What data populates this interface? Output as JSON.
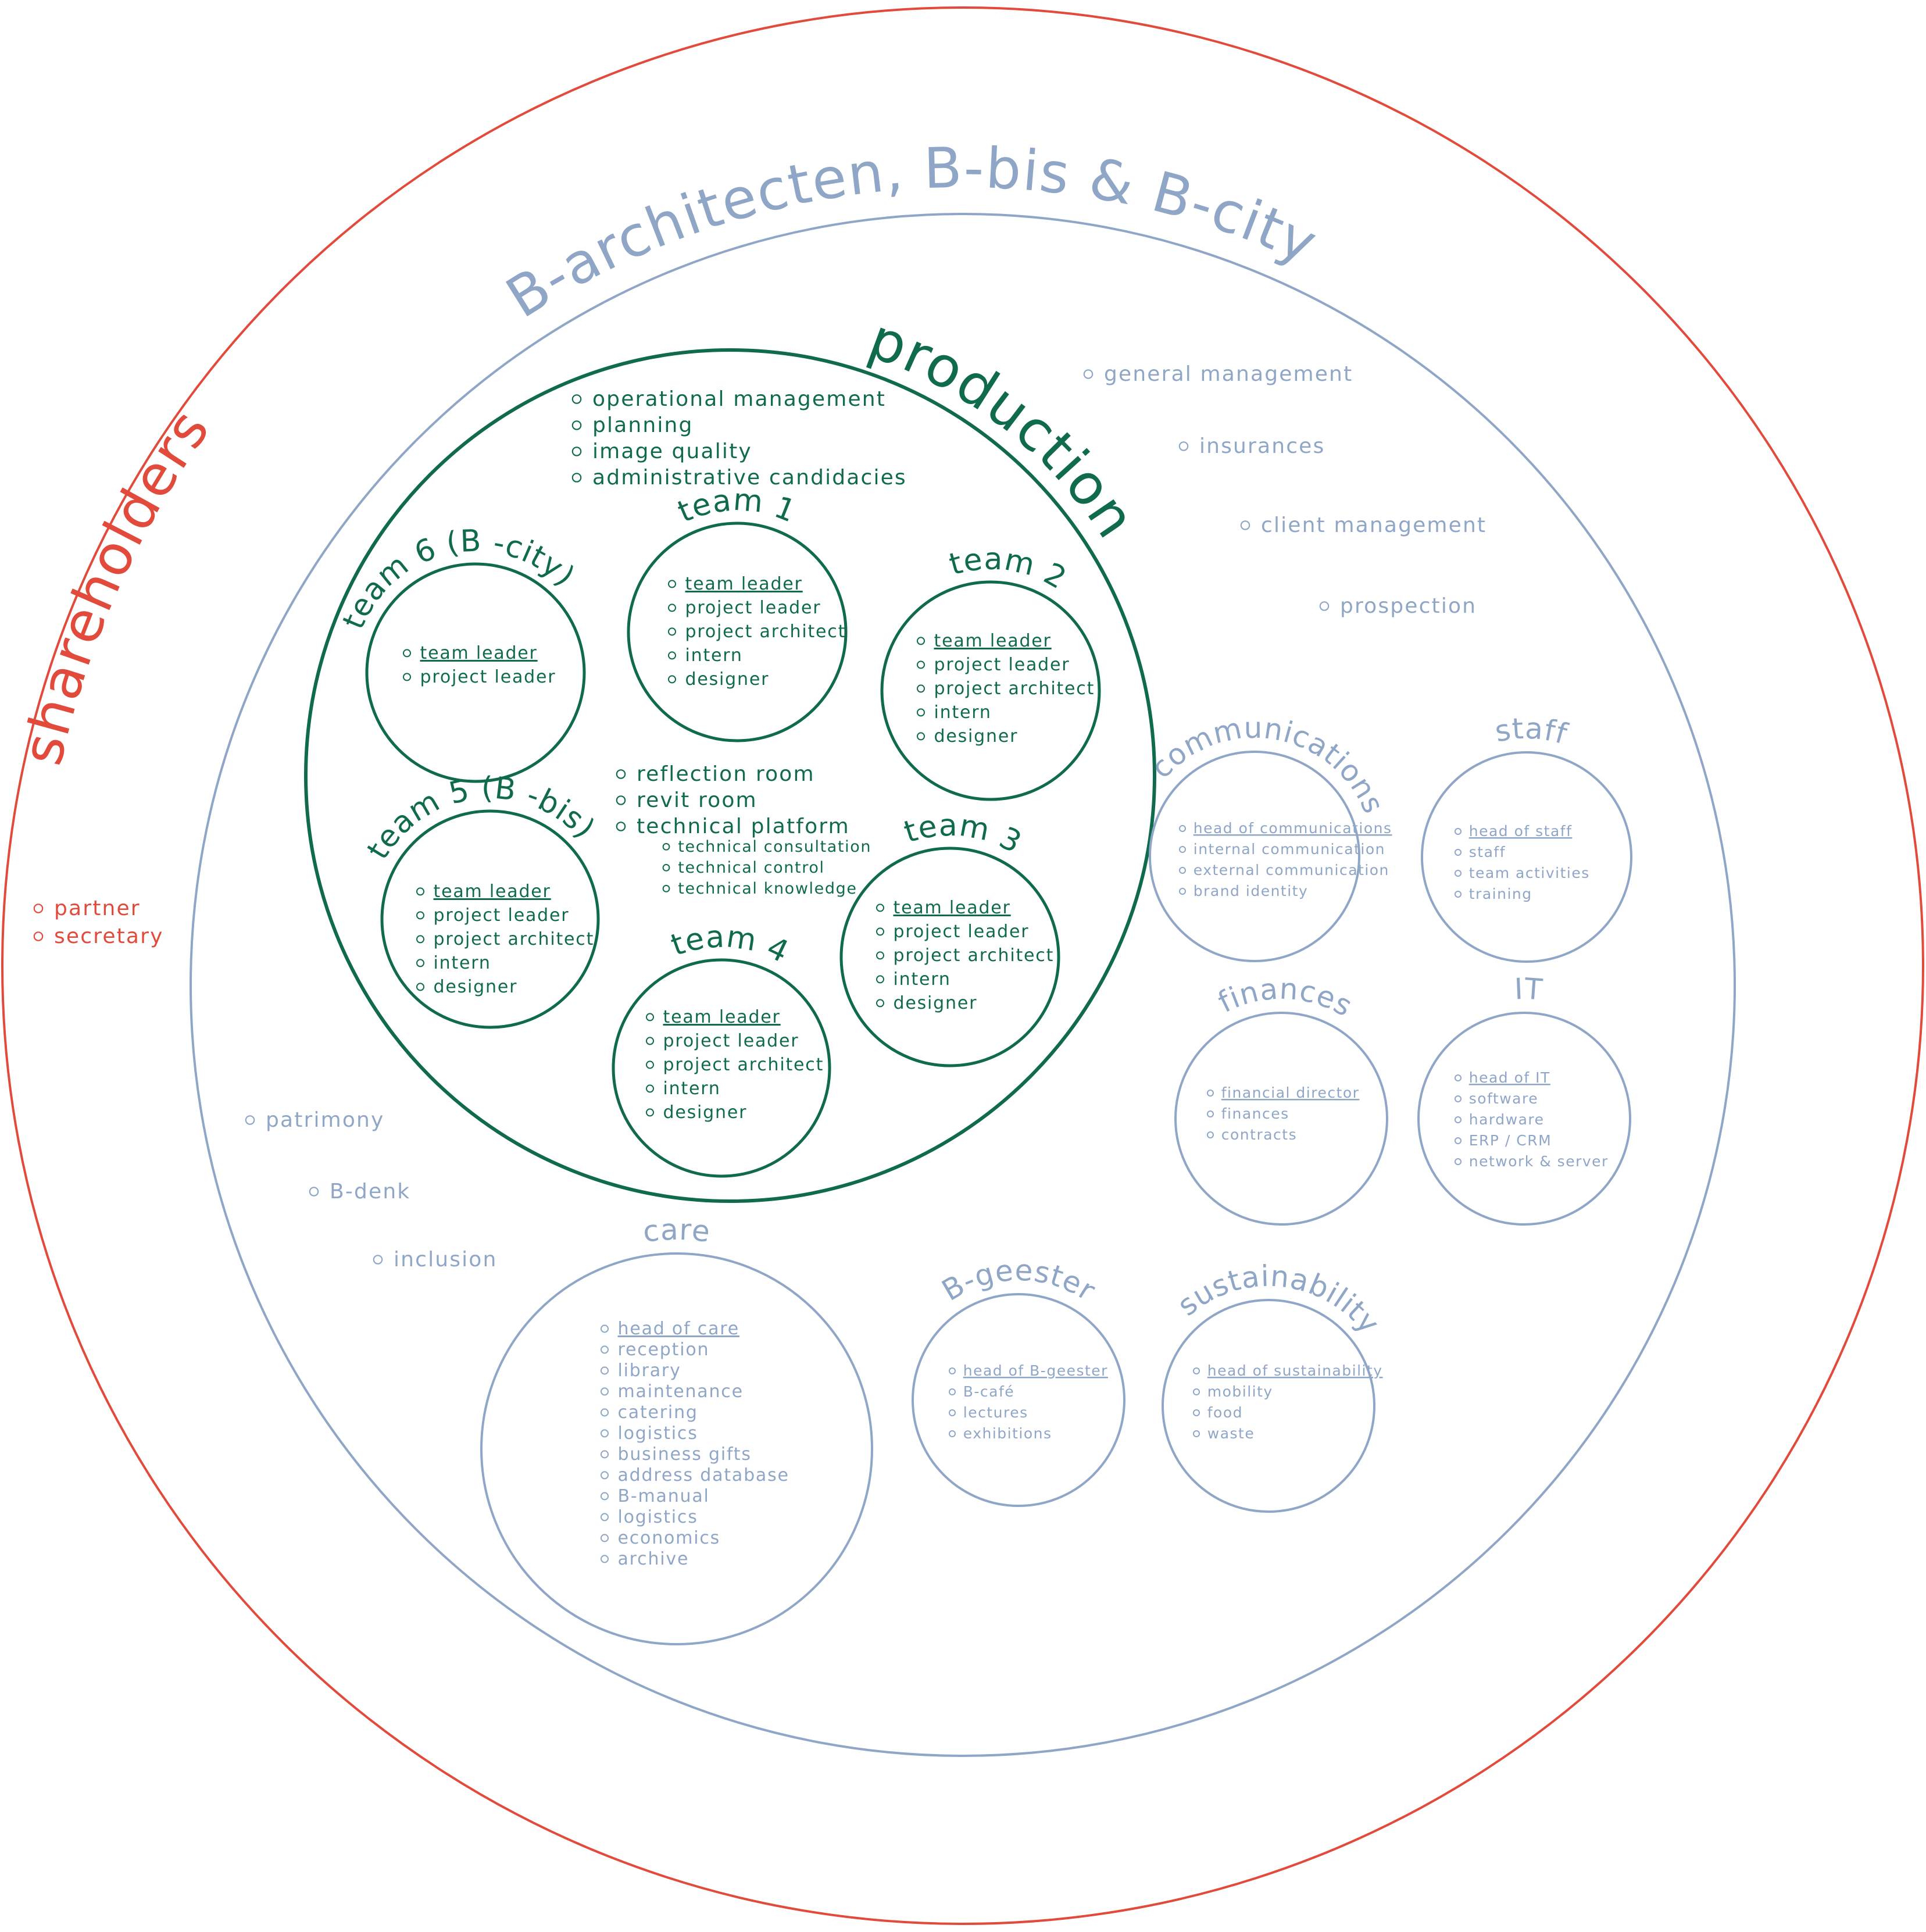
{
  "colors": {
    "shareholders": "#e24a3b",
    "company": "#8fa6c6",
    "production": "#0f6a4e",
    "background": "#ffffff"
  },
  "shareholders": {
    "title": "shareholders",
    "items": [
      "partner",
      "secretary"
    ]
  },
  "company": {
    "title": "B-architecten, B-bis & B-city",
    "top_items": [
      "general management",
      "insurances",
      "client management",
      "prospection"
    ],
    "side_items": [
      "patrimony",
      "B-denk",
      "inclusion"
    ]
  },
  "production": {
    "title": "production",
    "top_items": [
      "operational management",
      "planning",
      "image quality",
      "administrative candidacies"
    ],
    "center_items": [
      "reflection room",
      "revit room",
      "technical platform"
    ],
    "platform_items": [
      "technical consultation",
      "technical control",
      "technical knowledge"
    ],
    "teams": [
      {
        "title": "team 1",
        "items": [
          "team leader",
          "project leader",
          "project architect",
          "intern",
          "designer"
        ]
      },
      {
        "title": "team 2",
        "items": [
          "team leader",
          "project leader",
          "project architect",
          "intern",
          "designer"
        ]
      },
      {
        "title": "team 3",
        "items": [
          "team leader",
          "project leader",
          "project architect",
          "intern",
          "designer"
        ]
      },
      {
        "title": "team 4",
        "items": [
          "team leader",
          "project leader",
          "project architect",
          "intern",
          "designer"
        ]
      },
      {
        "title": "team 5 (B -bis)",
        "items": [
          "team leader",
          "project leader",
          "project architect",
          "intern",
          "designer"
        ]
      },
      {
        "title": "team 6 (B -city)",
        "items": [
          "team leader",
          "project leader"
        ]
      }
    ]
  },
  "departments": [
    {
      "title": "communications",
      "items": [
        "head of communications",
        "internal communication",
        "external communication",
        "brand identity"
      ]
    },
    {
      "title": "staff",
      "items": [
        "head of staff",
        "staff",
        "team activities",
        "training"
      ]
    },
    {
      "title": "finances",
      "items": [
        "financial director",
        "finances",
        "contracts"
      ]
    },
    {
      "title": "IT",
      "items": [
        "head of IT",
        "software",
        "hardware",
        "ERP / CRM",
        "network & server"
      ]
    },
    {
      "title": "care",
      "items": [
        "head of care",
        "reception",
        "library",
        "maintenance",
        "catering",
        "logistics",
        "business gifts",
        "address database",
        "B-manual",
        "logistics",
        "economics",
        "archive"
      ]
    },
    {
      "title": "B-geester",
      "items": [
        "head of B-geester",
        "B-café",
        "lectures",
        "exhibitions"
      ]
    },
    {
      "title": "sustainability",
      "items": [
        "head of sustainability",
        "mobility",
        "food",
        "waste"
      ]
    }
  ]
}
